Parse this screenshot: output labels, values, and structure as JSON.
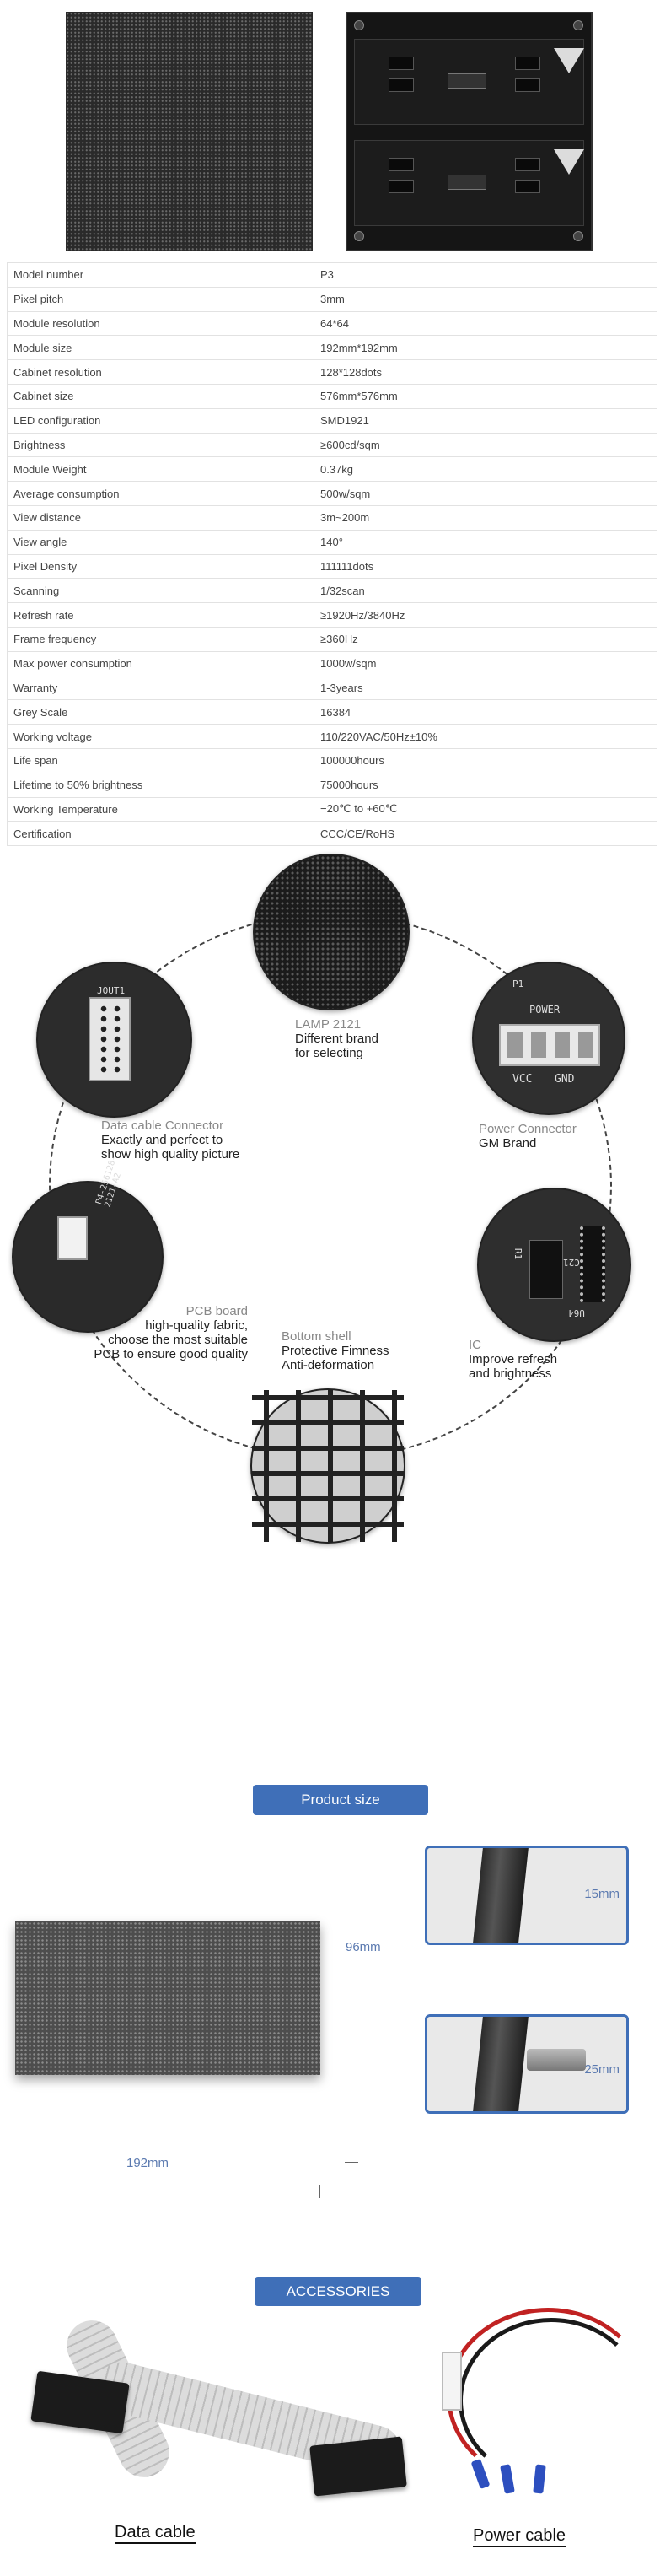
{
  "specs": [
    {
      "key": "Model number",
      "value": "P3"
    },
    {
      "key": "Pixel pitch",
      "value": "3mm"
    },
    {
      "key": "Module resolution",
      "value": "64*64"
    },
    {
      "key": "Module size",
      "value": "192mm*192mm"
    },
    {
      "key": "Cabinet resolution",
      "value": "128*128dots"
    },
    {
      "key": "Cabinet size",
      "value": "576mm*576mm"
    },
    {
      "key": "LED configuration",
      "value": "SMD1921"
    },
    {
      "key": "Brightness",
      "value": "≥600cd/sqm"
    },
    {
      "key": "Module Weight",
      "value": "0.37kg"
    },
    {
      "key": "Average consumption",
      "value": "500w/sqm"
    },
    {
      "key": "View distance",
      "value": "3m~200m"
    },
    {
      "key": "View angle",
      "value": "140°"
    },
    {
      "key": "Pixel Density",
      "value": "111111dots"
    },
    {
      "key": "Scanning",
      "value": "1/32scan"
    },
    {
      "key": "Refresh rate",
      "value": "≥1920Hz/3840Hz"
    },
    {
      "key": "Frame frequency",
      "value": "≥360Hz"
    },
    {
      "key": "Max power consumption",
      "value": "1000w/sqm"
    },
    {
      "key": "Warranty",
      "value": "1-3years"
    },
    {
      "key": "Grey Scale",
      "value": "16384"
    },
    {
      "key": "Working voltage",
      "value": "110/220VAC/50Hz±10%"
    },
    {
      "key": "Life span",
      "value": "100000hours"
    },
    {
      "key": "Lifetime to 50% brightness",
      "value": "75000hours"
    },
    {
      "key": "Working Temperature",
      "value": "−20℃ to +60℃"
    },
    {
      "key": "Certification",
      "value": "CCC/CE/RoHS"
    }
  ],
  "features": {
    "lamp": {
      "title": "LAMP 2121",
      "desc1": "Different brand",
      "desc2": "for selecting"
    },
    "data": {
      "title": "Data cable Connector",
      "desc1": "Exactly and perfect to",
      "desc2": "show high quality picture",
      "board_text": "JOUT1"
    },
    "power": {
      "title": "Power Connector",
      "desc1": "GM Brand",
      "board_text": "POWER",
      "pin1": "VCC",
      "pin2": "GND",
      "ref": "P1"
    },
    "pcb": {
      "title": "PCB board",
      "desc1": "high-quality fabric,",
      "desc2": "choose the most suitable",
      "desc3": "PCB to ensure good quality",
      "board_text": "P4-256128-2121-A2"
    },
    "shell": {
      "title": "Bottom shell",
      "desc1": "Protective Fimness",
      "desc2": "Anti-deformation"
    },
    "ic": {
      "title": "IC",
      "desc1": "Improve refresh",
      "desc2": "and brightness",
      "board_text1": "C21",
      "board_text2": "U64",
      "board_text3": "R1"
    }
  },
  "product_size": {
    "heading": "Product size",
    "height_label": "96mm",
    "width_label": "192mm",
    "detail1_label": "15mm",
    "detail2_label": "25mm"
  },
  "accessories": {
    "heading": "ACCESSORIES",
    "data_cable": "Data cable",
    "power_cable": "Power cable"
  }
}
